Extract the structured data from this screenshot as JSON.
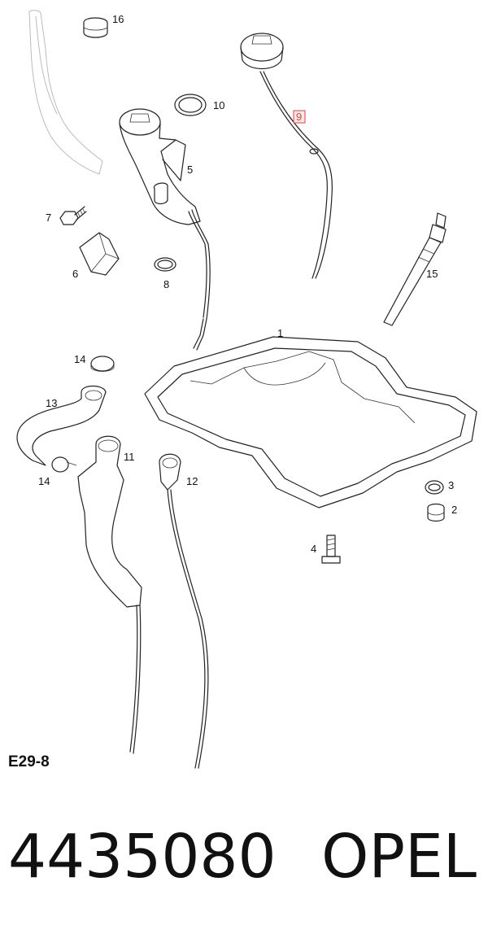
{
  "diagram": {
    "reference": "E29-8",
    "highlight_color": "#e04040",
    "callouts": [
      {
        "id": "c16",
        "label": "16"
      },
      {
        "id": "c10",
        "label": "10"
      },
      {
        "id": "c9",
        "label": "9",
        "highlighted": true
      },
      {
        "id": "c5",
        "label": "5"
      },
      {
        "id": "c7",
        "label": "7"
      },
      {
        "id": "c6",
        "label": "6"
      },
      {
        "id": "c8",
        "label": "8"
      },
      {
        "id": "c15",
        "label": "15"
      },
      {
        "id": "c1",
        "label": "1"
      },
      {
        "id": "c14a",
        "label": "14"
      },
      {
        "id": "c13",
        "label": "13"
      },
      {
        "id": "c11",
        "label": "11"
      },
      {
        "id": "c14b",
        "label": "14"
      },
      {
        "id": "c12",
        "label": "12"
      },
      {
        "id": "c3",
        "label": "3"
      },
      {
        "id": "c2",
        "label": "2"
      },
      {
        "id": "c4",
        "label": "4"
      }
    ]
  },
  "part": {
    "number": "4435080",
    "brand": "OPEL"
  }
}
